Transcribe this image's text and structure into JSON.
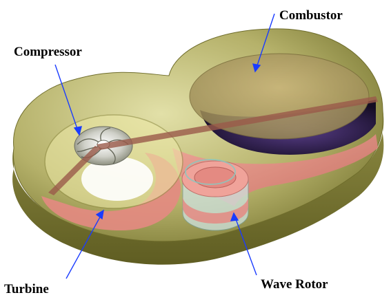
{
  "labels": {
    "combustor": "Combustor",
    "compressor": "Compressor",
    "turbine": "Turbine",
    "wave_rotor": "Wave Rotor"
  },
  "colors": {
    "casing": "#a8a45a",
    "casing_dark": "#6f6d2c",
    "casing_light": "#d9d79a",
    "duct": "#e48a82",
    "duct_dark": "#b8605a",
    "combustor_chamber": "#3c2a5a",
    "leader_line": "#1a3cff",
    "background": "#ffffff"
  },
  "icons": [
    "compressor-impeller-icon",
    "wave-rotor-cylinder-icon"
  ]
}
